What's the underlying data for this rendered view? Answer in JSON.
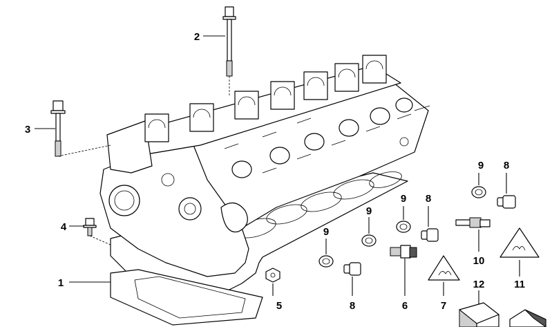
{
  "callouts": [
    {
      "id": "c1",
      "label": "1"
    },
    {
      "id": "c2",
      "label": "2"
    },
    {
      "id": "c3",
      "label": "3"
    },
    {
      "id": "c4",
      "label": "4"
    },
    {
      "id": "c5",
      "label": "5"
    },
    {
      "id": "c6",
      "label": "6"
    },
    {
      "id": "c7",
      "label": "7"
    },
    {
      "id": "c8a",
      "label": "8"
    },
    {
      "id": "c8b",
      "label": "8"
    },
    {
      "id": "c8c",
      "label": "8"
    },
    {
      "id": "c9a",
      "label": "9"
    },
    {
      "id": "c9b",
      "label": "9"
    },
    {
      "id": "c9c",
      "label": "9"
    },
    {
      "id": "c9d",
      "label": "9"
    },
    {
      "id": "c10",
      "label": "10"
    },
    {
      "id": "c11",
      "label": "11"
    },
    {
      "id": "c12",
      "label": "12"
    }
  ]
}
